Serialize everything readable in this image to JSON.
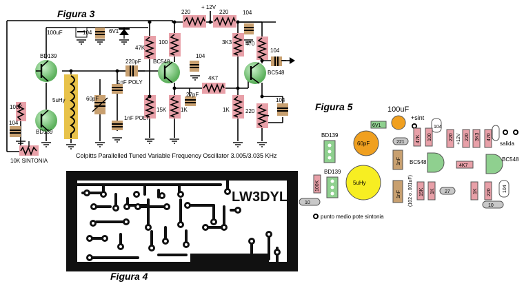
{
  "colors": {
    "resistor": "#e8a0a8",
    "resistor_edge": "#b06070",
    "transistor": "#8fd08f",
    "capacitor": "#c8a070",
    "coil": "#e8c24a",
    "trimmer": "#f0a020",
    "coil_can": "#f7ee22",
    "wire": "#000000",
    "pcb_board": "#111111",
    "pad_gray": "#c8c8c8"
  },
  "figure3": {
    "title": "Figura 3",
    "caption": "Colpitts Parallelled Tuned Variable Frequency Oscillator 3.005/3.035 KHz",
    "labels": {
      "supply": "+ 12V",
      "r220a": "220",
      "r220b": "220",
      "c104_top": "104",
      "c100uf": "100uF",
      "c104_a": "104",
      "zener": "6V1",
      "r47k": "47K",
      "r100": "100",
      "c104_b": "104",
      "r3k3": "3K3",
      "r470": "470",
      "c104_out": "104",
      "bd139_top": "BD139",
      "c220pf": "220pF",
      "bc548_a": "BC548",
      "bc548_b": "BC548",
      "r4k7": "4K7",
      "coil": "5uHy",
      "c1nf_poly_a": "1nF POLY",
      "c60pf": "60pF",
      "c27pf": "27pF",
      "r100k": "100K",
      "c104_left": "104",
      "bd139_bottom": "BD139",
      "c1nf_poly_b": "1nF POLY",
      "r15k": "15K",
      "r1k_a": "1K",
      "r1k_b": "1K",
      "r220c": "220",
      "c104_right": "104",
      "pot": "10K SINTONIA"
    }
  },
  "figure4": {
    "title": "Figura 4",
    "callsign": "LW3DYL"
  },
  "figure5": {
    "title": "Figura 5",
    "labels": {
      "c100uf": "100uF",
      "sint": "+sint",
      "c104_a": "104",
      "zener": "6V1",
      "c221": "221",
      "r47k": "47K",
      "r100": "100",
      "r12v": "+12V",
      "r220a": "220",
      "r220b": "220",
      "r3k3": "3K3",
      "r470": "470",
      "salida": "salida",
      "bd139_a": "BD139",
      "c60pf": "60pF",
      "c1nf_a": "1nF",
      "bc548_a": "BC548",
      "r4k7": "4K7",
      "bc548_b": "BC548",
      "bd139_b": "BD139",
      "r100k": "100K",
      "coil": "5uHy",
      "c1nf_b": "1nF",
      "c102": "(102 o .001uF)",
      "r15k": "15K",
      "r1k_a": "1K",
      "c27": "27",
      "r1k_b": "1K",
      "r220c": "220",
      "c104_b": "104",
      "c10a": "10",
      "c10b": "10",
      "legend": "punto medio pote sintonia"
    }
  }
}
